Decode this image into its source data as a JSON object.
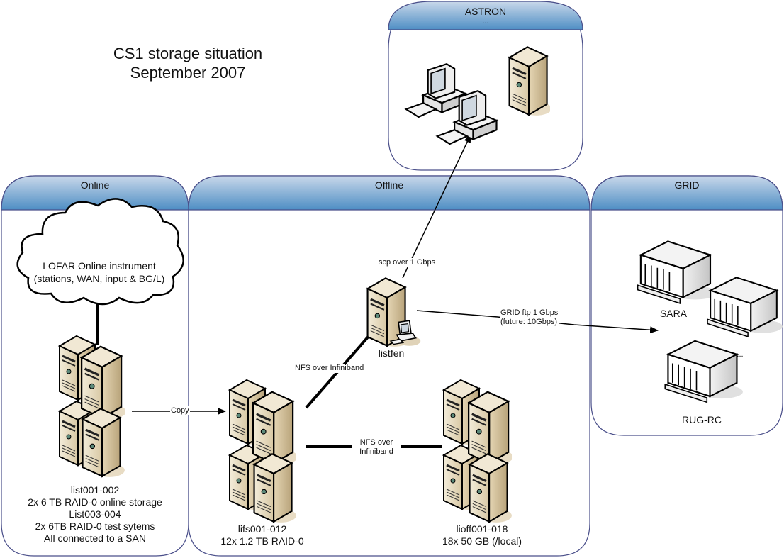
{
  "title": {
    "line1": "CS1 storage situation",
    "line2": "September 2007"
  },
  "colors": {
    "swimlane_header_top": "#c2d3e6",
    "swimlane_header_bottom": "#4f8fc4",
    "swimlane_border": "#4a4f8a",
    "server_body": "#e6d9bd",
    "server_shade": "#b39f78",
    "building": "#e8e8e8",
    "line": "#000000"
  },
  "swimlanes": {
    "astron": {
      "title": "ASTRON",
      "subtitle": "..."
    },
    "online": {
      "title": "Online"
    },
    "offline": {
      "title": "Offline"
    },
    "grid": {
      "title": "GRID"
    }
  },
  "nodes": {
    "lofar_cloud": {
      "line1": "LOFAR Online instrument",
      "line2": "(stations, WAN, input & BG/L)",
      "icon": "cloud-icon"
    },
    "list": {
      "lines": [
        "list001-002",
        "2x 6 TB RAID-0 online storage",
        "List003-004",
        "2x 6TB RAID-0 test sytems",
        "All connected to a SAN"
      ],
      "icon": "server-cluster-icon"
    },
    "lifs": {
      "line1": "lifs001-012",
      "line2": "12x 1.2 TB RAID-0",
      "icon": "server-cluster-icon"
    },
    "lioff": {
      "line1": "lioff001-018",
      "line2": "18x 50 GB (/local)",
      "icon": "server-cluster-icon"
    },
    "listfen": {
      "label": "listfen",
      "icon": "server-with-workstation-icon"
    },
    "astron_workstations": {
      "icon": "workstation-icon"
    },
    "astron_server": {
      "icon": "server-tower-icon"
    },
    "sara": {
      "label": "SARA",
      "icon": "building-icon"
    },
    "grid_site": {
      "icon": "building-icon"
    },
    "rugrc": {
      "label": "RUG-RC",
      "icon": "building-icon"
    },
    "grid_more": {
      "label": "..."
    }
  },
  "edges": {
    "copy": {
      "label": "Copy",
      "from": "list",
      "to": "lifs"
    },
    "nfs_lifs_listfen": {
      "label": "NFS over Infiniband",
      "from": "lifs",
      "to": "listfen"
    },
    "nfs_lifs_lioff": {
      "line1": "NFS over",
      "line2": "Infiniband",
      "from": "lifs",
      "to": "lioff"
    },
    "scp": {
      "label": "scp over 1 Gbps",
      "from": "listfen",
      "to": "astron"
    },
    "gridftp": {
      "line1": "GRID ftp 1 Gbps",
      "line2": "(future: 10Gbps)",
      "from": "listfen",
      "to": "grid"
    },
    "lofar_list": {
      "from": "lofar_cloud",
      "to": "list"
    }
  }
}
